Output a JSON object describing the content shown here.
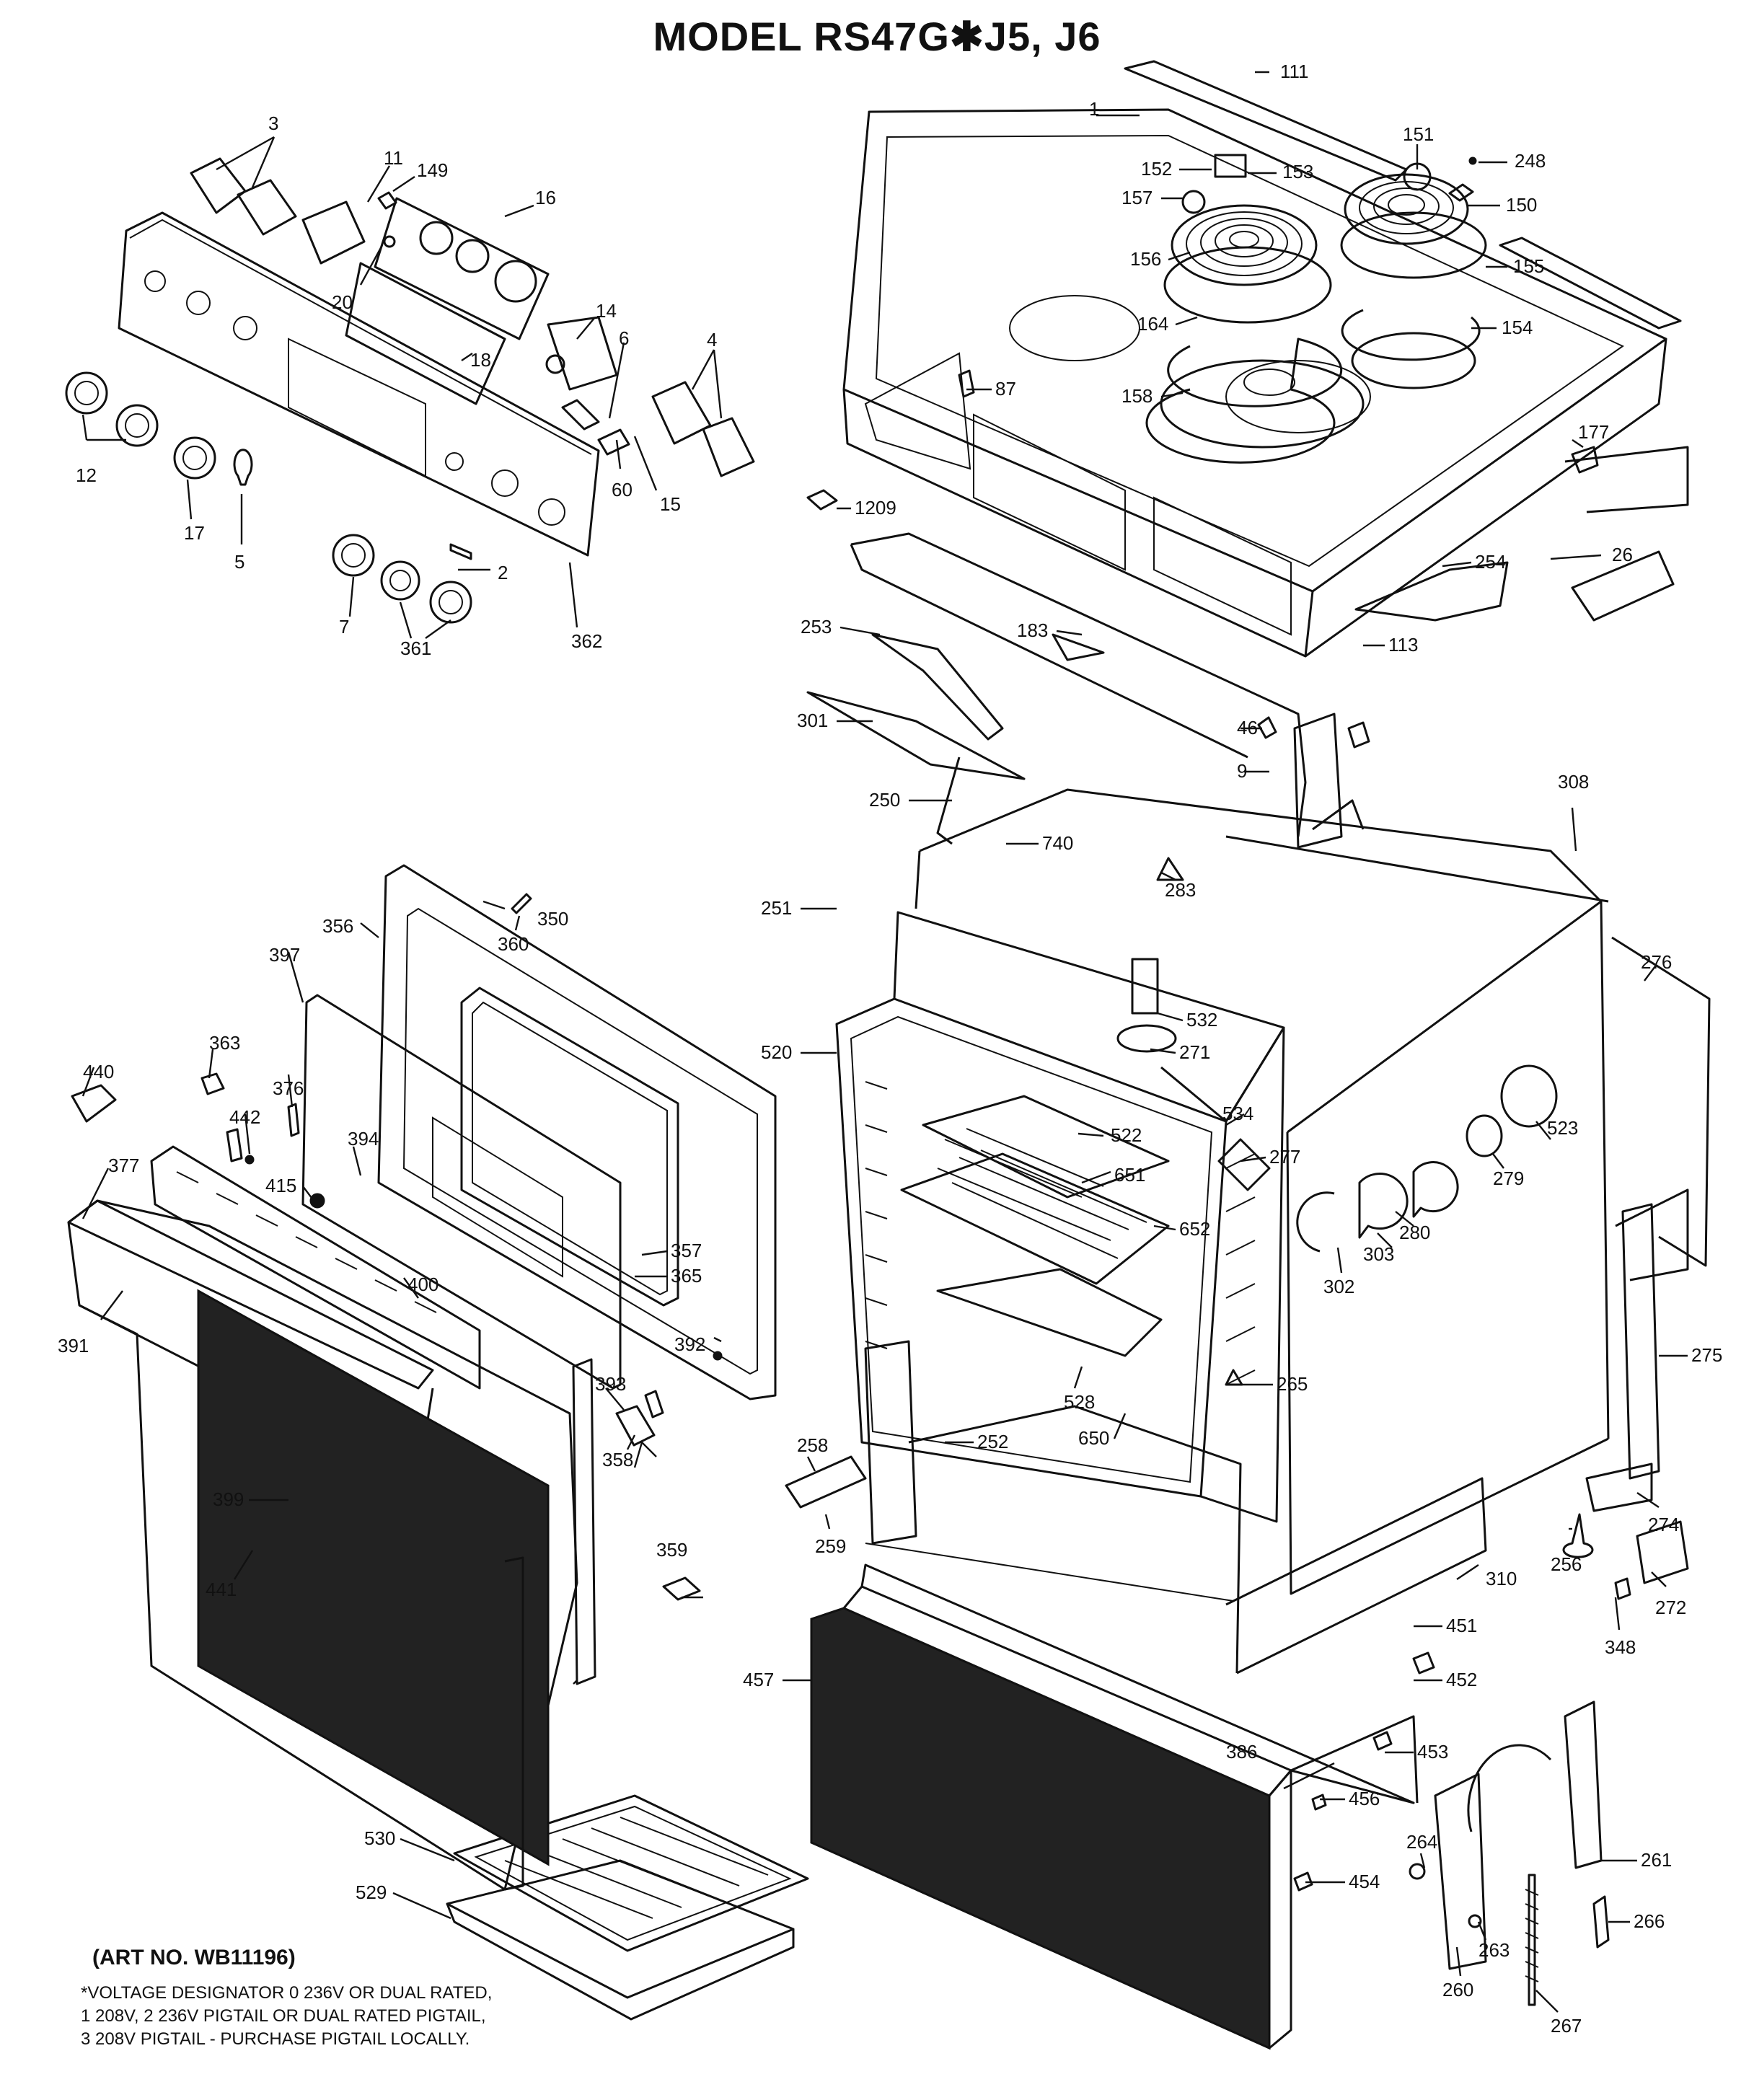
{
  "title": "MODEL RS47G✱J5, J6",
  "art_number": "(ART NO. WB11196)",
  "footnote": [
    "*VOLTAGE DESIGNATOR 0 236V OR DUAL RATED,",
    "1 208V, 2 236V PIGTAIL OR DUAL RATED PIGTAIL,",
    "3 208V PIGTAIL - PURCHASE PIGTAIL LOCALLY."
  ],
  "callouts": [
    "111",
    "1",
    "151",
    "248",
    "152",
    "153",
    "150",
    "157",
    "156",
    "155",
    "164",
    "154",
    "158",
    "87",
    "177",
    "1209",
    "254",
    "26",
    "253",
    "183",
    "113",
    "301",
    "46",
    "9",
    "250",
    "740",
    "283",
    "308",
    "251",
    "276",
    "532",
    "271",
    "520",
    "534",
    "522",
    "277",
    "523",
    "279",
    "651",
    "280",
    "652",
    "303",
    "302",
    "275",
    "265",
    "528",
    "650",
    "252",
    "258",
    "259",
    "274",
    "256",
    "272",
    "348",
    "310",
    "451",
    "452",
    "457",
    "453",
    "386",
    "456",
    "264",
    "261",
    "454",
    "263",
    "260",
    "267",
    "266",
    "530",
    "529",
    "3",
    "11",
    "149",
    "16",
    "20",
    "14",
    "18",
    "6",
    "4",
    "12",
    "17",
    "5",
    "60",
    "15",
    "7",
    "2",
    "361",
    "362",
    "350",
    "360",
    "356",
    "397",
    "363",
    "440",
    "376",
    "442",
    "394",
    "415",
    "377",
    "400",
    "357",
    "365",
    "392",
    "391",
    "393",
    "358",
    "359",
    "399",
    "441"
  ]
}
